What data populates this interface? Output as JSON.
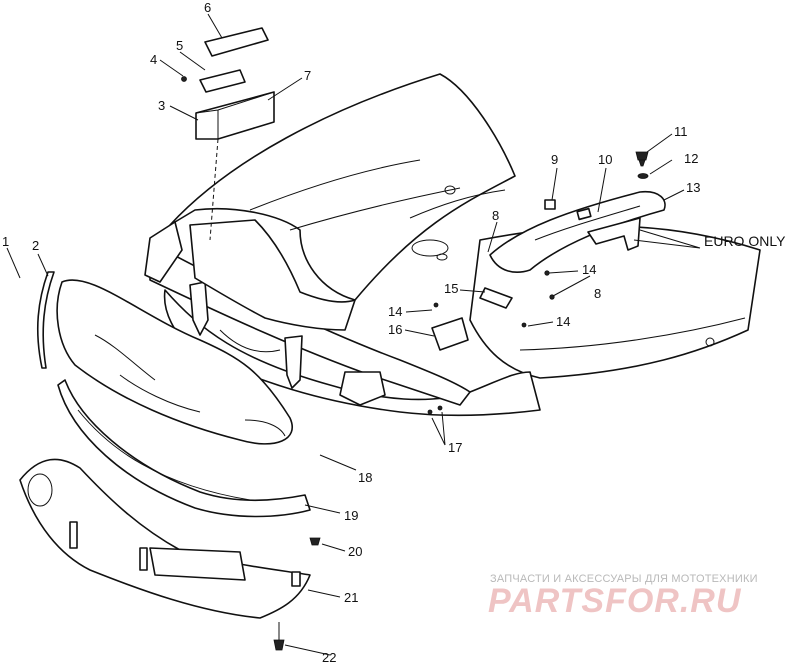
{
  "callouts": [
    {
      "id": "c1",
      "text": "1"
    },
    {
      "id": "c2",
      "text": "2"
    },
    {
      "id": "c3",
      "text": "3"
    },
    {
      "id": "c4",
      "text": "4"
    },
    {
      "id": "c5",
      "text": "5"
    },
    {
      "id": "c6",
      "text": "6"
    },
    {
      "id": "c7",
      "text": "7"
    },
    {
      "id": "c8a",
      "text": "8"
    },
    {
      "id": "c8b",
      "text": "8"
    },
    {
      "id": "c9",
      "text": "9"
    },
    {
      "id": "c10",
      "text": "10"
    },
    {
      "id": "c11",
      "text": "11"
    },
    {
      "id": "c12",
      "text": "12"
    },
    {
      "id": "c13",
      "text": "13"
    },
    {
      "id": "c14a",
      "text": "14"
    },
    {
      "id": "c14b",
      "text": "14"
    },
    {
      "id": "c14c",
      "text": "14"
    },
    {
      "id": "c15",
      "text": "15"
    },
    {
      "id": "c16",
      "text": "16"
    },
    {
      "id": "c17",
      "text": "17"
    },
    {
      "id": "c18",
      "text": "18"
    },
    {
      "id": "c19",
      "text": "19"
    },
    {
      "id": "c20",
      "text": "20"
    },
    {
      "id": "c21",
      "text": "21"
    },
    {
      "id": "c22",
      "text": "22"
    }
  ],
  "note": {
    "euro_only": "EURO ONLY"
  },
  "watermark": {
    "tagline": "ЗАПЧАСТИ И АКСЕССУАРЫ ДЛЯ МОТОТЕХНИКИ",
    "logo_text": "PARTSFOR.RU"
  }
}
